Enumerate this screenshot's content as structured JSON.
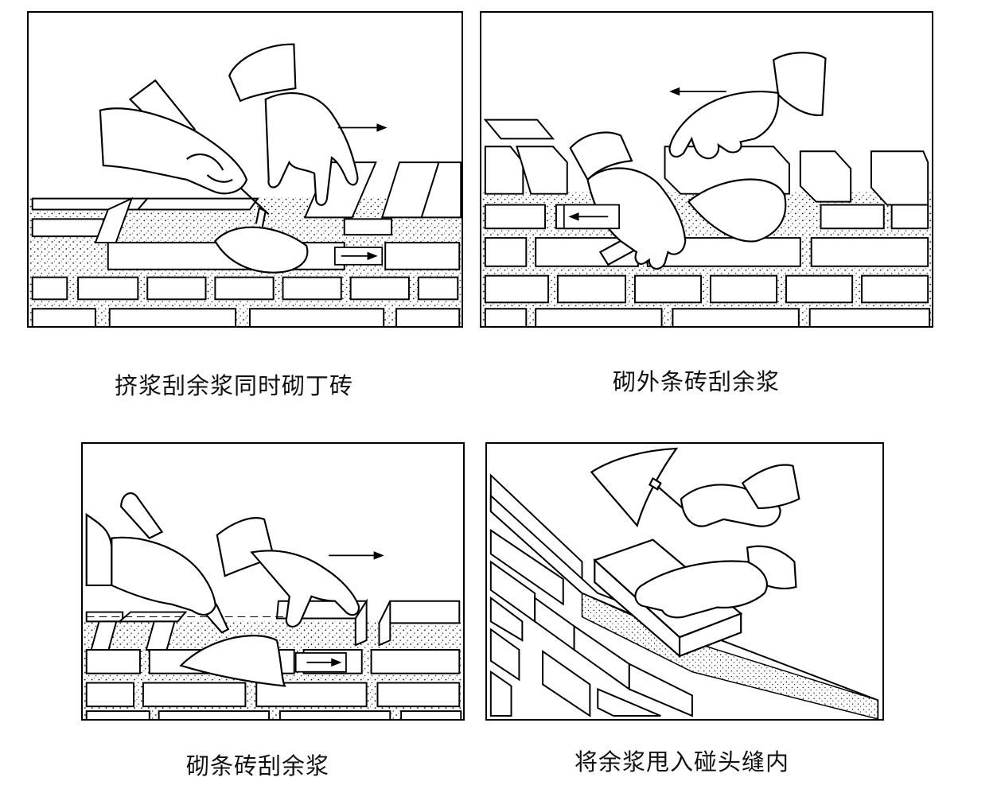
{
  "captions": {
    "panel1": "挤浆刮余浆同时砌丁砖",
    "panel2": "砌外条砖刮余浆",
    "panel3": "砌条砖刮余浆",
    "panel4": "将余浆甩入碰头缝内"
  },
  "colors": {
    "line": "#000000",
    "background": "#ffffff",
    "mortar_speckle": "#000000"
  },
  "icons": {
    "direction_arrow": "arrow-right-icon"
  }
}
